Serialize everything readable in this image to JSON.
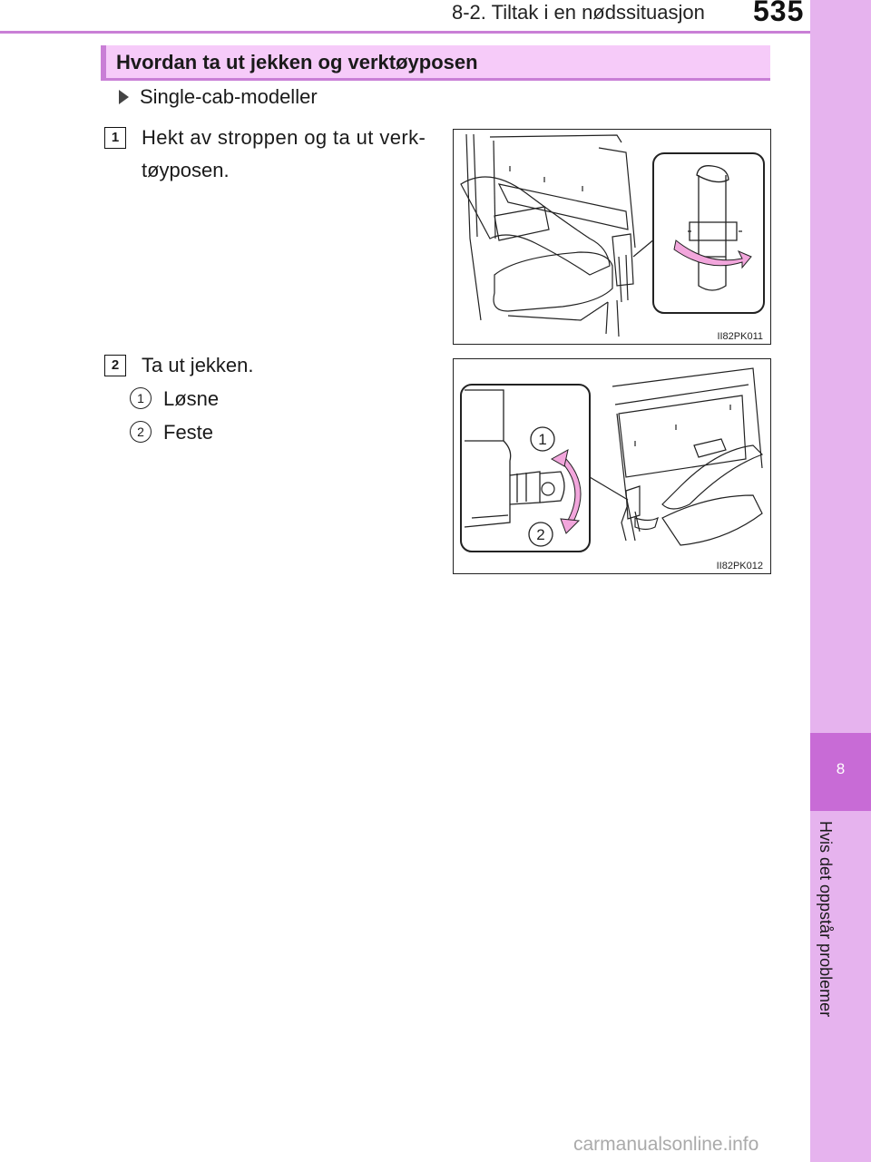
{
  "header": {
    "section": "8-2. Tiltak i en nødssituasjon",
    "page_number": "535"
  },
  "side_tab": {
    "chapter_number": "8",
    "chapter_title": "Hvis det oppstår problemer"
  },
  "title": "Hvordan ta ut jekken og verktøyposen",
  "bullet": "Single-cab-modeller",
  "steps": [
    {
      "number": "1",
      "text": "Hekt av stroppen og ta ut verk-tøyposen.",
      "text_line1": "Hekt av stroppen og ta ut verk-",
      "text_line2": "tøyposen.",
      "figure_code": "II82PK011"
    },
    {
      "number": "2",
      "text": "Ta ut jekken.",
      "figure_code": "II82PK012",
      "substeps": [
        {
          "number": "1",
          "text": "Løsne"
        },
        {
          "number": "2",
          "text": "Feste"
        }
      ],
      "figure_callouts": [
        "1",
        "2"
      ]
    }
  ],
  "watermark": "carmanualsonline.info",
  "colors": {
    "accent": "#c97fd6",
    "title_bg": "#f6cbf9",
    "side_tab": "#e6b3ee",
    "side_tab_dark": "#c86bd6",
    "arrow_pink": "#f2a6dc"
  }
}
